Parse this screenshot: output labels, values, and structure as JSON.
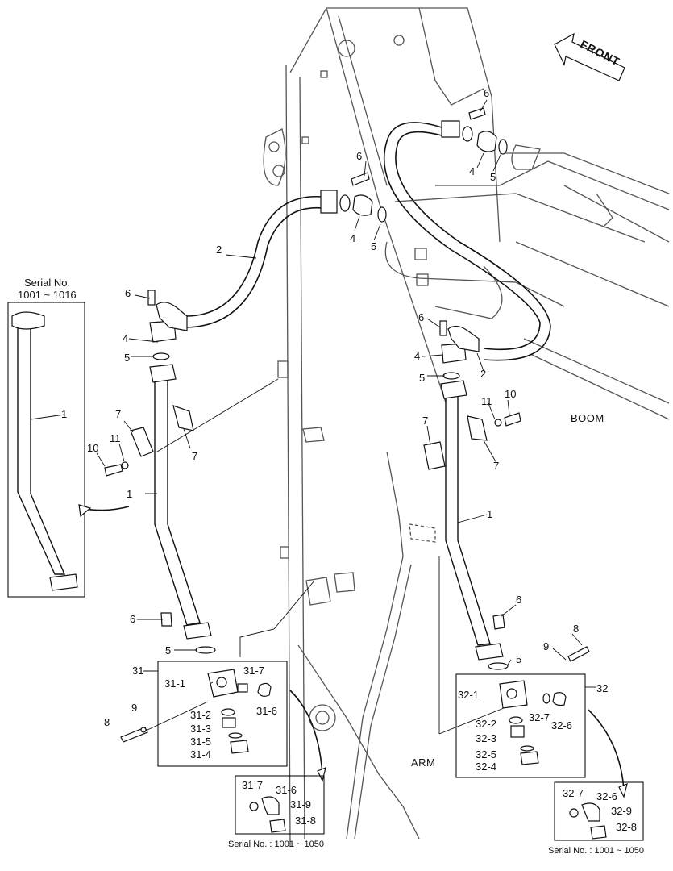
{
  "diagram": {
    "front_label": "FRONT",
    "boom_label": "BOOM",
    "arm_label": "ARM",
    "inset_serial_title": "Serial No.",
    "inset_serial_range": "1001 ~ 1016",
    "detail_31_serial": "Serial No. : 1001 ~ 1050",
    "detail_32_serial": "Serial No. : 1001 ~ 1050",
    "part_numbers": [
      "1",
      "2",
      "4",
      "5",
      "6",
      "7",
      "8",
      "9",
      "10",
      "11",
      "31",
      "31-1",
      "31-2",
      "31-3",
      "31-4",
      "31-5",
      "31-6",
      "31-7",
      "31-8",
      "31-9",
      "32",
      "32-1",
      "32-2",
      "32-3",
      "32-4",
      "32-5",
      "32-6",
      "32-7",
      "32-8",
      "32-9"
    ]
  }
}
